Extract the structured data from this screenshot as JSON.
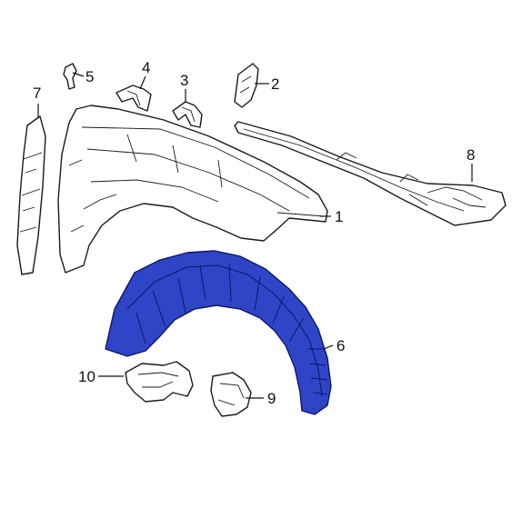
{
  "callouts": [
    {
      "id": "1",
      "label": "1"
    },
    {
      "id": "2",
      "label": "2"
    },
    {
      "id": "3",
      "label": "3"
    },
    {
      "id": "4",
      "label": "4"
    },
    {
      "id": "5",
      "label": "5"
    },
    {
      "id": "6",
      "label": "6"
    },
    {
      "id": "7",
      "label": "7"
    },
    {
      "id": "8",
      "label": "8"
    },
    {
      "id": "9",
      "label": "9"
    },
    {
      "id": "10",
      "label": "10"
    }
  ],
  "colors": {
    "highlight": "#2f45c8",
    "line": "#1a1a1a"
  }
}
